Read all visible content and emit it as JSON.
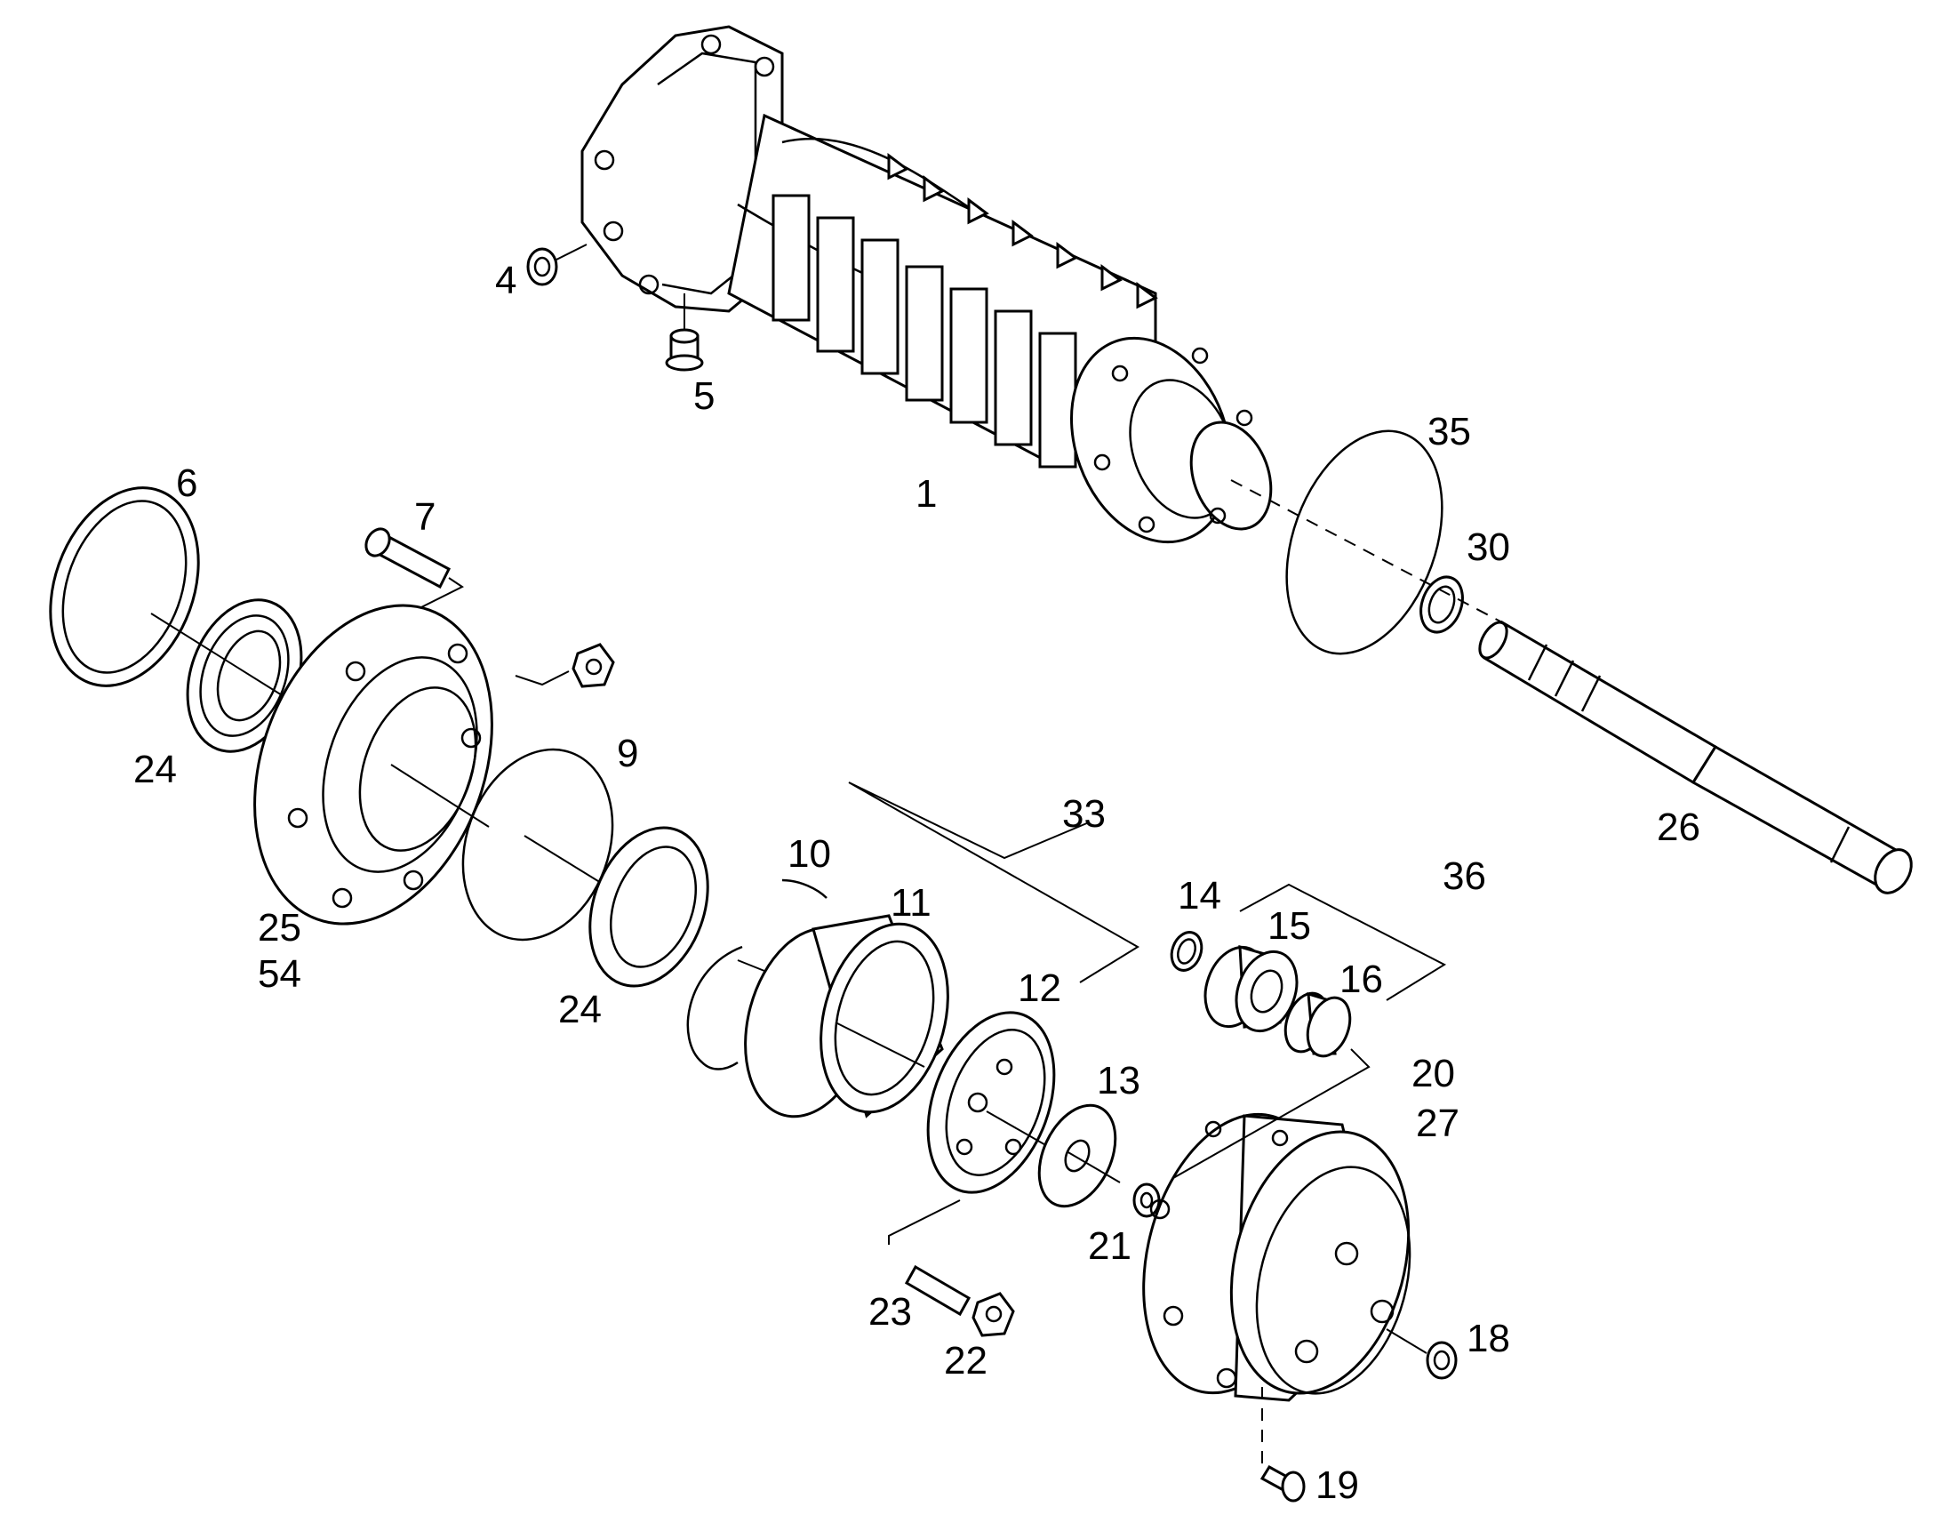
{
  "diagram": {
    "type": "exploded parts diagram",
    "callouts": [
      {
        "id": "1",
        "text": "1"
      },
      {
        "id": "4",
        "text": "4"
      },
      {
        "id": "5",
        "text": "5"
      },
      {
        "id": "6",
        "text": "6"
      },
      {
        "id": "7",
        "text": "7"
      },
      {
        "id": "9",
        "text": "9"
      },
      {
        "id": "10",
        "text": "10"
      },
      {
        "id": "11",
        "text": "11"
      },
      {
        "id": "12",
        "text": "12"
      },
      {
        "id": "13",
        "text": "13"
      },
      {
        "id": "14",
        "text": "14"
      },
      {
        "id": "15",
        "text": "15"
      },
      {
        "id": "16",
        "text": "16"
      },
      {
        "id": "18",
        "text": "18"
      },
      {
        "id": "19",
        "text": "19"
      },
      {
        "id": "20",
        "text": "20"
      },
      {
        "id": "21",
        "text": "21"
      },
      {
        "id": "22",
        "text": "22"
      },
      {
        "id": "23",
        "text": "23"
      },
      {
        "id": "24a",
        "text": "24"
      },
      {
        "id": "24b",
        "text": "24"
      },
      {
        "id": "25",
        "text": "25"
      },
      {
        "id": "54",
        "text": "54"
      },
      {
        "id": "26",
        "text": "26"
      },
      {
        "id": "27",
        "text": "27"
      },
      {
        "id": "30",
        "text": "30"
      },
      {
        "id": "33",
        "text": "33"
      },
      {
        "id": "35",
        "text": "35"
      },
      {
        "id": "36",
        "text": "36"
      }
    ]
  }
}
